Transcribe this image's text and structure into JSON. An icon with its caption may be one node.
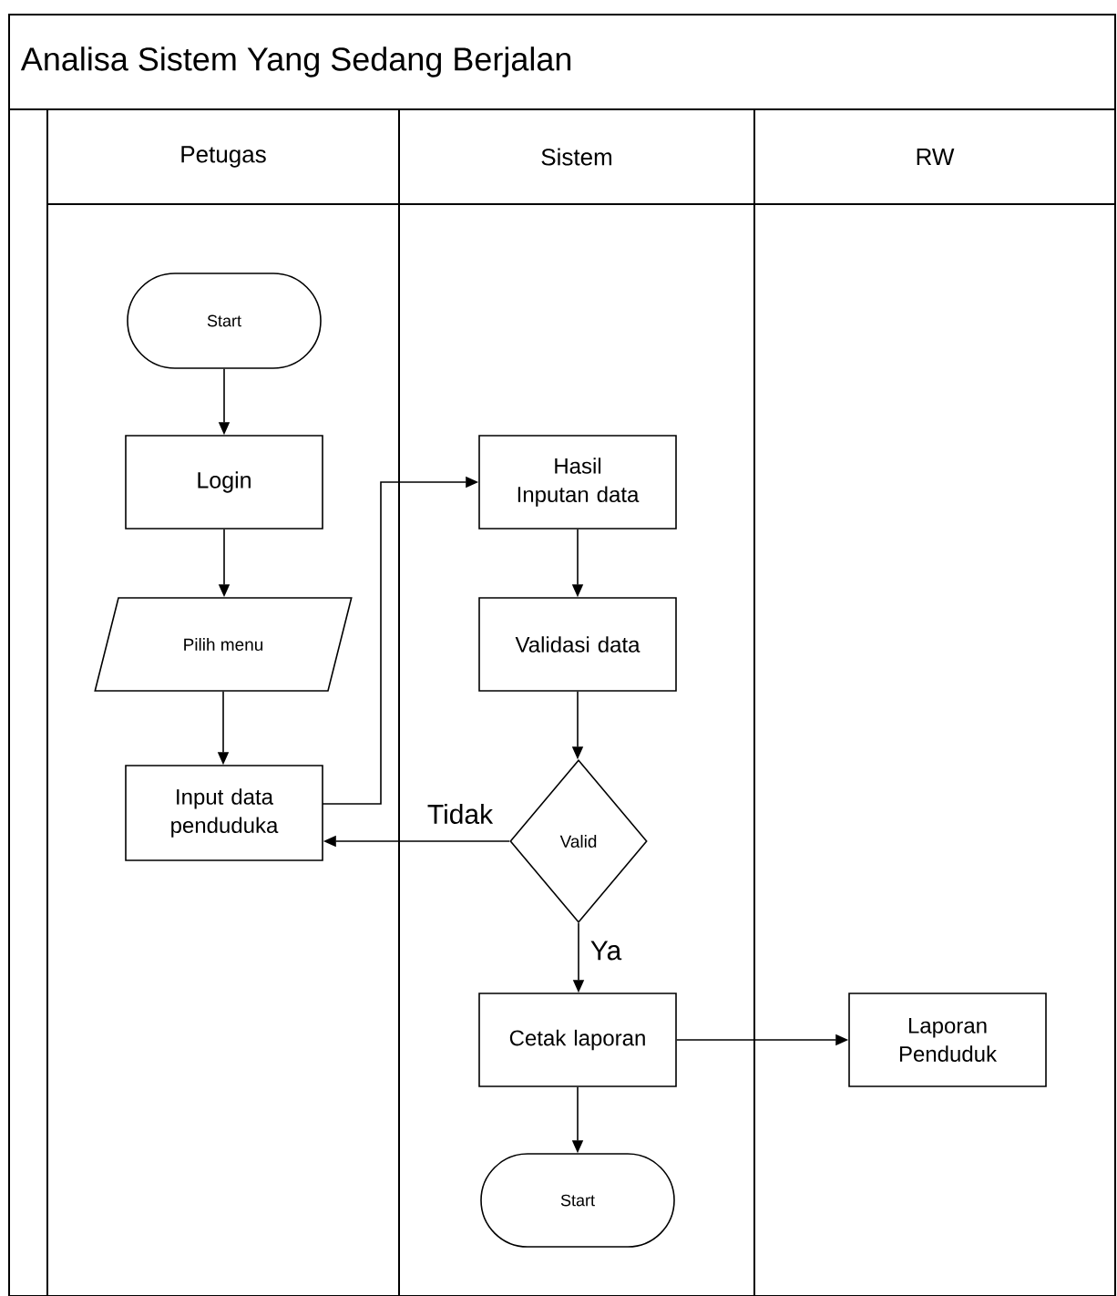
{
  "diagram": {
    "nodes": [
      {
        "text": [
          "Analisa Sistem Yang Sedang Berjalan"
        ]
      },
      {
        "text": [
          "Petugas"
        ],
        "in": 0
      },
      {
        "text": [
          "Sistem"
        ],
        "in": 0
      },
      {
        "text": [
          "RW"
        ],
        "in": 0
      },
      {
        "text": [
          "Start"
        ],
        "in": 1
      },
      {
        "text": [
          "Login"
        ],
        "in": 1
      },
      {
        "text": [
          "Pilih menu"
        ],
        "in": 1
      },
      {
        "text": [
          "Input data penduduka"
        ],
        "in": 1
      },
      {
        "text": [
          "Hasil Inputan data"
        ],
        "in": 2
      },
      {
        "text": [
          "Validasi data"
        ],
        "in": 2
      },
      {
        "text": [
          "Valid"
        ],
        "in": 2
      },
      {
        "text": [
          "Cetak laporan"
        ],
        "in": 2
      },
      {
        "text": [
          "Laporan Penduduk"
        ],
        "in": 3
      },
      {
        "text": [
          "Start"
        ],
        "in": 2
      }
    ],
    "edges": [
      {
        "from": 4,
        "to": 5,
        "arrow": "to"
      },
      {
        "from": 5,
        "to": 6,
        "arrow": "to"
      },
      {
        "from": 6,
        "to": 7,
        "arrow": "to"
      },
      {
        "from": 7,
        "to": 8,
        "arrow": "to"
      },
      {
        "from": 8,
        "to": 9,
        "arrow": "to"
      },
      {
        "from": 9,
        "to": 10,
        "arrow": "to"
      },
      {
        "from": 10,
        "to": 7,
        "arrow": "to",
        "label": "Tidak"
      },
      {
        "from": 10,
        "to": 11,
        "arrow": "to",
        "label": "Ya"
      },
      {
        "from": 11,
        "to": 12,
        "arrow": "to"
      },
      {
        "from": 11,
        "to": 13,
        "arrow": "to"
      }
    ]
  }
}
